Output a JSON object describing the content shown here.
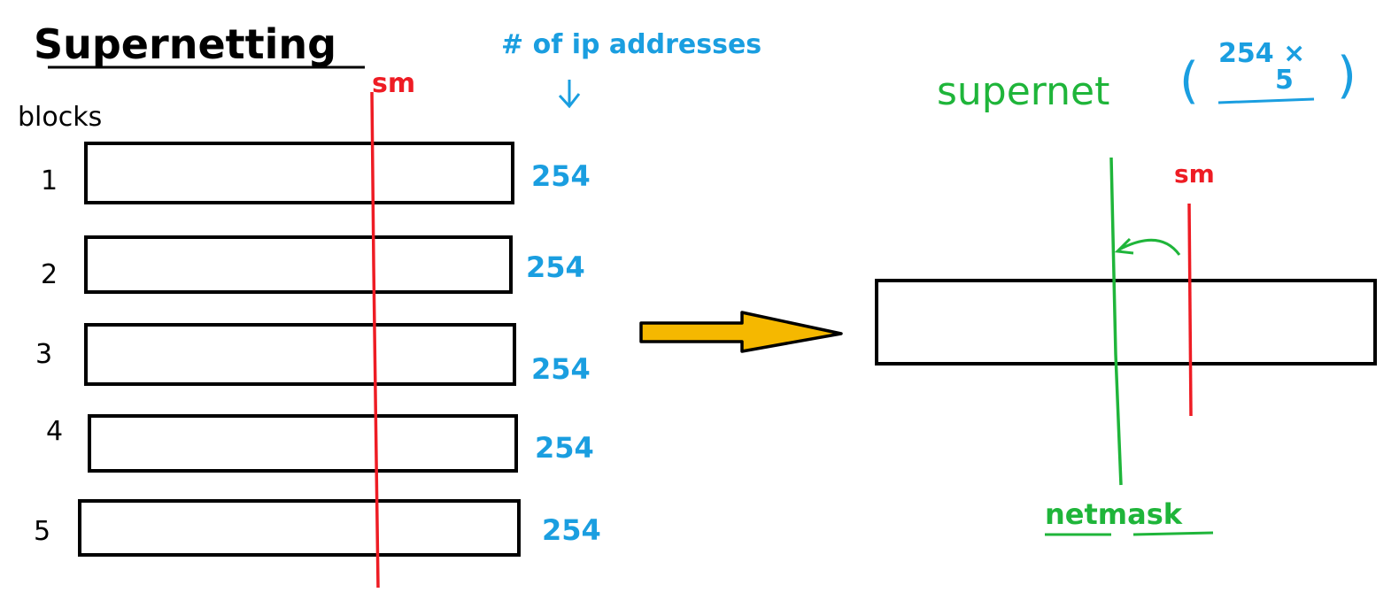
{
  "title": "Supernetting",
  "blocks_label": "blocks",
  "sm_label": "sm",
  "ip_header": "# of ip addresses",
  "ip_header_arrow": "↓",
  "blocks": [
    {
      "number": "1",
      "count": "254"
    },
    {
      "number": "2",
      "count": "254"
    },
    {
      "number": "3",
      "count": "254"
    },
    {
      "number": "4",
      "count": "254"
    },
    {
      "number": "5",
      "count": "254"
    }
  ],
  "supernet": {
    "label": "supernet",
    "open_paren": "(",
    "close_paren": ")",
    "factor_top": "254 ×",
    "factor_bottom": "5",
    "sm_label": "sm",
    "netmask_label": "netmask"
  },
  "colors": {
    "ink": "#000000",
    "subnet_mask": "#ee1c24",
    "ip_count": "#1a9ee0",
    "supernet": "#1fb53a",
    "arrow_fill": "#f5b800"
  }
}
